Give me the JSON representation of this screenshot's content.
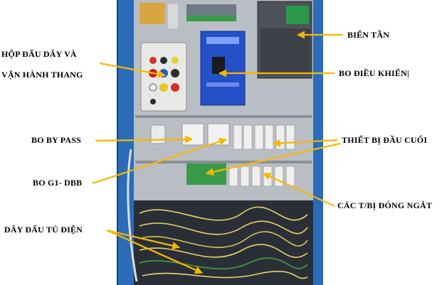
{
  "labels": {
    "hop_dau_day_line1": "HỘP ĐẤU DÂY VÀ",
    "hop_dau_day_line2": "VẬN HÀNH THANG",
    "bien_tan": "BIẾN TẦN",
    "bo_dieu_khien": "BO ĐIỀU KHIỂN|",
    "bo_by_pass": "BO BY PASS",
    "thiet_bi_dau_cuoi": "THIẾT BỊ ĐẦU CUỐI",
    "bo_g1_dbb": "BO G1- DBB",
    "cac_tb_dong_ngat": "CÁC T/BỊ ĐÓNG NGẮT",
    "day_dau_tu_dien": "DÂY ĐẤU TỦ ĐIỆN"
  },
  "colors": {
    "arrow": "#f5b800",
    "cabinet_blue": "#2b6cb8",
    "panel_gray": "#c9cdd3",
    "control_board_blue": "#2450c8",
    "wire_yellow": "#e8d36a",
    "wire_green": "#4a9a3a"
  }
}
